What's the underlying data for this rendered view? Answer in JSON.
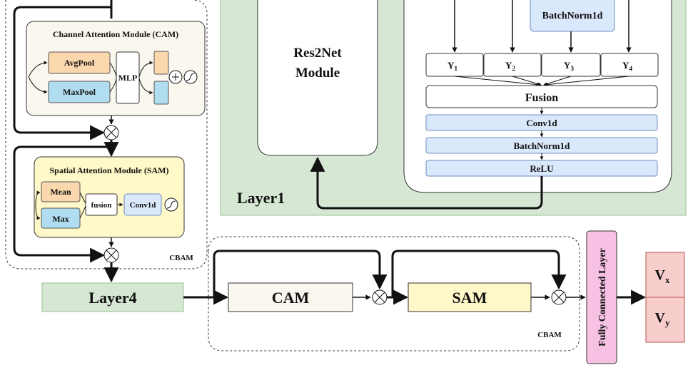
{
  "cbam_detail": {
    "cam": {
      "title": "Channel Attention Module (CAM)",
      "avgpool": "AvgPool",
      "maxpool": "MaxPool",
      "mlp": "MLP"
    },
    "sam": {
      "title": "Spatial Attention Module (SAM)",
      "mean": "Mean",
      "max": "Max",
      "fusion": "fusion",
      "conv1d": "Conv1d"
    },
    "label": "CBAM"
  },
  "layer1": {
    "label": "Layer1",
    "res2net_line1": "Res2Net",
    "res2net_line2": "Module",
    "batchnorm_top": "BatchNorm1d",
    "y_labels": [
      "Y",
      "Y",
      "Y",
      "Y"
    ],
    "y_subs": [
      "1",
      "2",
      "3",
      "4"
    ],
    "fusion": "Fusion",
    "conv1d": "Conv1d",
    "batchnorm": "BatchNorm1d",
    "relu": "ReLU"
  },
  "bottom": {
    "layer4": "Layer4",
    "cam": "CAM",
    "sam": "SAM",
    "cbam_label": "CBAM",
    "fc_layer": "Fully Connected Layer",
    "vx_main": "V",
    "vx_sub": "x",
    "vy_main": "V",
    "vy_sub": "y"
  },
  "colors": {
    "layer_green": "#d6e8d4",
    "cam_beige": "#faf7ef",
    "orange": "#fad7ac",
    "blue": "#b1ddf0",
    "sam_yellow": "#fff8c8",
    "light_blue": "#dae8fc",
    "pink": "#f7c1e3",
    "red": "#f8cecc"
  }
}
